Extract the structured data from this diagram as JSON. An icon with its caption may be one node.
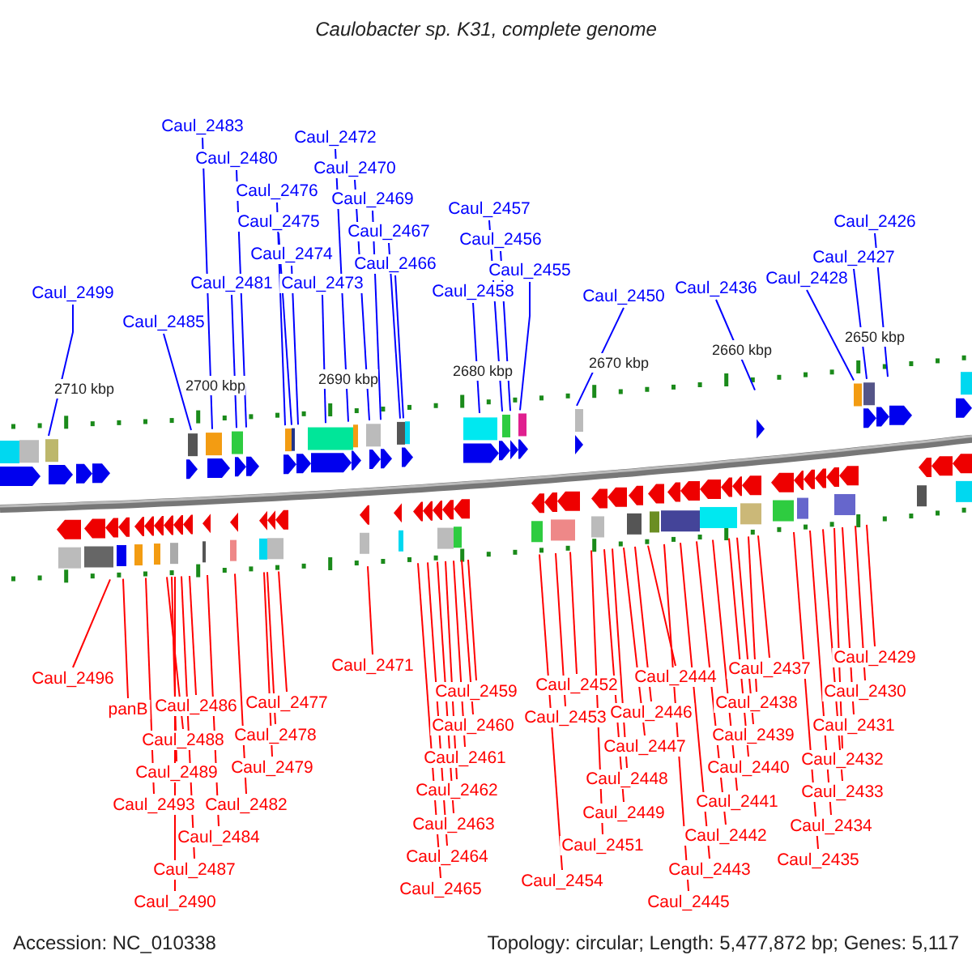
{
  "diagram": {
    "title": "Caulobacter sp. K31, complete genome",
    "nodes": [
      {
        "text": [
          "Caul_2483"
        ]
      },
      {
        "text": [
          "Caul_2472"
        ]
      },
      {
        "text": [
          "Caul_2480"
        ]
      },
      {
        "text": [
          "Caul_2470"
        ]
      },
      {
        "text": [
          "Caul_2476"
        ]
      },
      {
        "text": [
          "Caul_2469"
        ]
      },
      {
        "text": [
          "Caul_2457"
        ]
      },
      {
        "text": [
          "Caul_2426"
        ]
      },
      {
        "text": [
          "Caul_2475"
        ]
      },
      {
        "text": [
          "Caul_2467"
        ]
      },
      {
        "text": [
          "Caul_2456"
        ]
      },
      {
        "text": [
          "Caul_2474"
        ]
      },
      {
        "text": [
          "Caul_2427"
        ]
      },
      {
        "text": [
          "Caul_2466"
        ]
      },
      {
        "text": [
          "Caul_2455"
        ]
      },
      {
        "text": [
          "Caul_2428"
        ]
      },
      {
        "text": [
          "Caul_2481"
        ]
      },
      {
        "text": [
          "Caul_2473"
        ]
      },
      {
        "text": [
          "Caul_2436"
        ]
      },
      {
        "text": [
          "Caul_2458"
        ]
      },
      {
        "text": [
          "Caul_2499"
        ]
      },
      {
        "text": [
          "Caul_2450"
        ]
      },
      {
        "text": [
          "Caul_2485"
        ]
      },
      {
        "text": [
          "Caul_2429"
        ]
      },
      {
        "text": [
          "Caul_2471"
        ]
      },
      {
        "text": [
          "Caul_2437"
        ]
      },
      {
        "text": [
          "Caul_2444"
        ]
      },
      {
        "text": [
          "Caul_2496"
        ]
      },
      {
        "text": [
          "Caul_2452"
        ]
      },
      {
        "text": [
          "Caul_2459"
        ]
      },
      {
        "text": [
          "Caul_2430"
        ]
      },
      {
        "text": [
          "Caul_2477"
        ]
      },
      {
        "text": [
          "Caul_2438"
        ]
      },
      {
        "text": [
          "Caul_2486"
        ]
      },
      {
        "text": [
          "panB"
        ]
      },
      {
        "text": [
          "Caul_2446"
        ]
      },
      {
        "text": [
          "Caul_2453"
        ]
      },
      {
        "text": [
          "Caul_2460"
        ]
      },
      {
        "text": [
          "Caul_2431"
        ]
      },
      {
        "text": [
          "Caul_2478"
        ]
      },
      {
        "text": [
          "Caul_2439"
        ]
      },
      {
        "text": [
          "Caul_2488"
        ]
      },
      {
        "text": [
          "Caul_2447"
        ]
      },
      {
        "text": [
          "Caul_2461"
        ]
      },
      {
        "text": [
          "Caul_2432"
        ]
      },
      {
        "text": [
          "Caul_2479"
        ]
      },
      {
        "text": [
          "Caul_2440"
        ]
      },
      {
        "text": [
          "Caul_2489"
        ]
      },
      {
        "text": [
          "Caul_2448"
        ]
      },
      {
        "text": [
          "Caul_2462"
        ]
      },
      {
        "text": [
          "Caul_2433"
        ]
      },
      {
        "text": [
          "Caul_2441"
        ]
      },
      {
        "text": [
          "Caul_2493"
        ]
      },
      {
        "text": [
          "Caul_2482"
        ]
      },
      {
        "text": [
          "Caul_2449"
        ]
      },
      {
        "text": [
          "Caul_2463"
        ]
      },
      {
        "text": [
          "Caul_2434"
        ]
      },
      {
        "text": [
          "Caul_2442"
        ]
      },
      {
        "text": [
          "Caul_2484"
        ]
      },
      {
        "text": [
          "Caul_2451"
        ]
      },
      {
        "text": [
          "Caul_2464"
        ]
      },
      {
        "text": [
          "Caul_2435"
        ]
      },
      {
        "text": [
          "Caul_2443"
        ]
      },
      {
        "text": [
          "Caul_2487"
        ]
      },
      {
        "text": [
          "Caul_2454"
        ]
      },
      {
        "text": [
          "Caul_2465"
        ]
      },
      {
        "text": [
          "Caul_2445"
        ]
      },
      {
        "text": [
          "Caul_2490"
        ]
      }
    ],
    "edges": [
      {
        "from": 0,
        "to": null,
        "arrow": "none",
        "color": "#0000ff"
      },
      {
        "from": 1,
        "to": null,
        "arrow": "none",
        "color": "#0000ff"
      },
      {
        "from": 2,
        "to": null,
        "arrow": "none",
        "color": "#0000ff"
      },
      {
        "from": 3,
        "to": null,
        "arrow": "none",
        "color": "#0000ff"
      },
      {
        "from": 4,
        "to": null,
        "arrow": "none",
        "color": "#0000ff"
      },
      {
        "from": 5,
        "to": null,
        "arrow": "none",
        "color": "#0000ff"
      },
      {
        "from": 6,
        "to": null,
        "arrow": "none",
        "color": "#0000ff"
      },
      {
        "from": 7,
        "to": null,
        "arrow": "none",
        "color": "#0000ff"
      },
      {
        "from": 8,
        "to": null,
        "arrow": "none",
        "color": "#0000ff"
      },
      {
        "from": 9,
        "to": null,
        "arrow": "none",
        "color": "#0000ff"
      },
      {
        "from": 10,
        "to": null,
        "arrow": "none",
        "color": "#0000ff"
      },
      {
        "from": 11,
        "to": null,
        "arrow": "none",
        "color": "#0000ff"
      },
      {
        "from": 12,
        "to": null,
        "arrow": "none",
        "color": "#0000ff"
      },
      {
        "from": 13,
        "to": null,
        "arrow": "none",
        "color": "#0000ff"
      },
      {
        "from": 14,
        "to": null,
        "arrow": "none",
        "color": "#0000ff"
      },
      {
        "from": 15,
        "to": null,
        "arrow": "none",
        "color": "#0000ff"
      },
      {
        "from": 16,
        "to": null,
        "arrow": "none",
        "color": "#0000ff"
      },
      {
        "from": 17,
        "to": null,
        "arrow": "none",
        "color": "#0000ff"
      },
      {
        "from": 18,
        "to": null,
        "arrow": "none",
        "color": "#0000ff"
      },
      {
        "from": 19,
        "to": null,
        "arrow": "none",
        "color": "#0000ff"
      },
      {
        "from": 20,
        "to": null,
        "arrow": "none",
        "color": "#0000ff"
      },
      {
        "from": 21,
        "to": null,
        "arrow": "none",
        "color": "#0000ff"
      },
      {
        "from": 22,
        "to": null,
        "arrow": "none",
        "color": "#0000ff"
      },
      {
        "from": 23,
        "to": null,
        "arrow": "none"
      },
      {
        "from": 24,
        "to": null,
        "arrow": "none"
      },
      {
        "from": 25,
        "to": null,
        "arrow": "none"
      },
      {
        "from": 26,
        "to": null,
        "arrow": "none"
      },
      {
        "from": 27,
        "to": null,
        "arrow": "none"
      },
      {
        "from": 28,
        "to": null,
        "arrow": "none"
      },
      {
        "from": 29,
        "to": null,
        "arrow": "none"
      },
      {
        "from": 30,
        "to": null,
        "arrow": "none"
      },
      {
        "from": 31,
        "to": null,
        "arrow": "none"
      },
      {
        "from": 32,
        "to": null,
        "arrow": "none"
      },
      {
        "from": 33,
        "to": null,
        "arrow": "none"
      },
      {
        "from": 34,
        "to": null,
        "arrow": "none"
      },
      {
        "from": 35,
        "to": null,
        "arrow": "none"
      },
      {
        "from": 36,
        "to": null,
        "arrow": "none"
      },
      {
        "from": 37,
        "to": null,
        "arrow": "none"
      },
      {
        "from": 38,
        "to": null,
        "arrow": "none"
      },
      {
        "from": 39,
        "to": null,
        "arrow": "none"
      },
      {
        "from": 40,
        "to": null,
        "arrow": "none"
      },
      {
        "from": 41,
        "to": null,
        "arrow": "none"
      },
      {
        "from": 42,
        "to": null,
        "arrow": "none"
      },
      {
        "from": 43,
        "to": null,
        "arrow": "none"
      },
      {
        "from": 44,
        "to": null,
        "arrow": "none"
      },
      {
        "from": 45,
        "to": null,
        "arrow": "none"
      },
      {
        "from": 46,
        "to": null,
        "arrow": "none"
      },
      {
        "from": 47,
        "to": null,
        "arrow": "none"
      },
      {
        "from": 48,
        "to": null,
        "arrow": "none"
      },
      {
        "from": 49,
        "to": null,
        "arrow": "none"
      },
      {
        "from": 50,
        "to": null,
        "arrow": "none"
      },
      {
        "from": 51,
        "to": null,
        "arrow": "none"
      },
      {
        "from": 52,
        "to": null,
        "arrow": "none"
      },
      {
        "from": 53,
        "to": null,
        "arrow": "none"
      },
      {
        "from": 54,
        "to": null,
        "arrow": "none"
      },
      {
        "from": 55,
        "to": null,
        "arrow": "none"
      },
      {
        "from": 56,
        "to": null,
        "arrow": "none"
      },
      {
        "from": 57,
        "to": null,
        "arrow": "none"
      },
      {
        "from": 58,
        "to": null,
        "arrow": "none"
      },
      {
        "from": 59,
        "to": null,
        "arrow": "none"
      },
      {
        "from": 60,
        "to": null,
        "arrow": "none"
      },
      {
        "from": 61,
        "to": null,
        "arrow": "none"
      },
      {
        "from": 62,
        "to": null,
        "arrow": "none"
      },
      {
        "from": 63,
        "to": null,
        "arrow": "none"
      },
      {
        "from": 64,
        "to": null,
        "arrow": "none"
      },
      {
        "from": 65,
        "to": null,
        "arrow": "none"
      },
      {
        "from": 66,
        "to": null,
        "arrow": "none"
      },
      {
        "from": 67,
        "to": null,
        "arrow": "none"
      }
    ],
    "labels": [
      "2710 kbp",
      "2700 kbp",
      "2690 kbp",
      "2680 kbp",
      "2670 kbp",
      "2660 kbp",
      "2650 kbp",
      "Accession: NC_010338",
      "Topology: circular; Length: 5,477,872 bp; Genes: 5,117"
    ]
  }
}
